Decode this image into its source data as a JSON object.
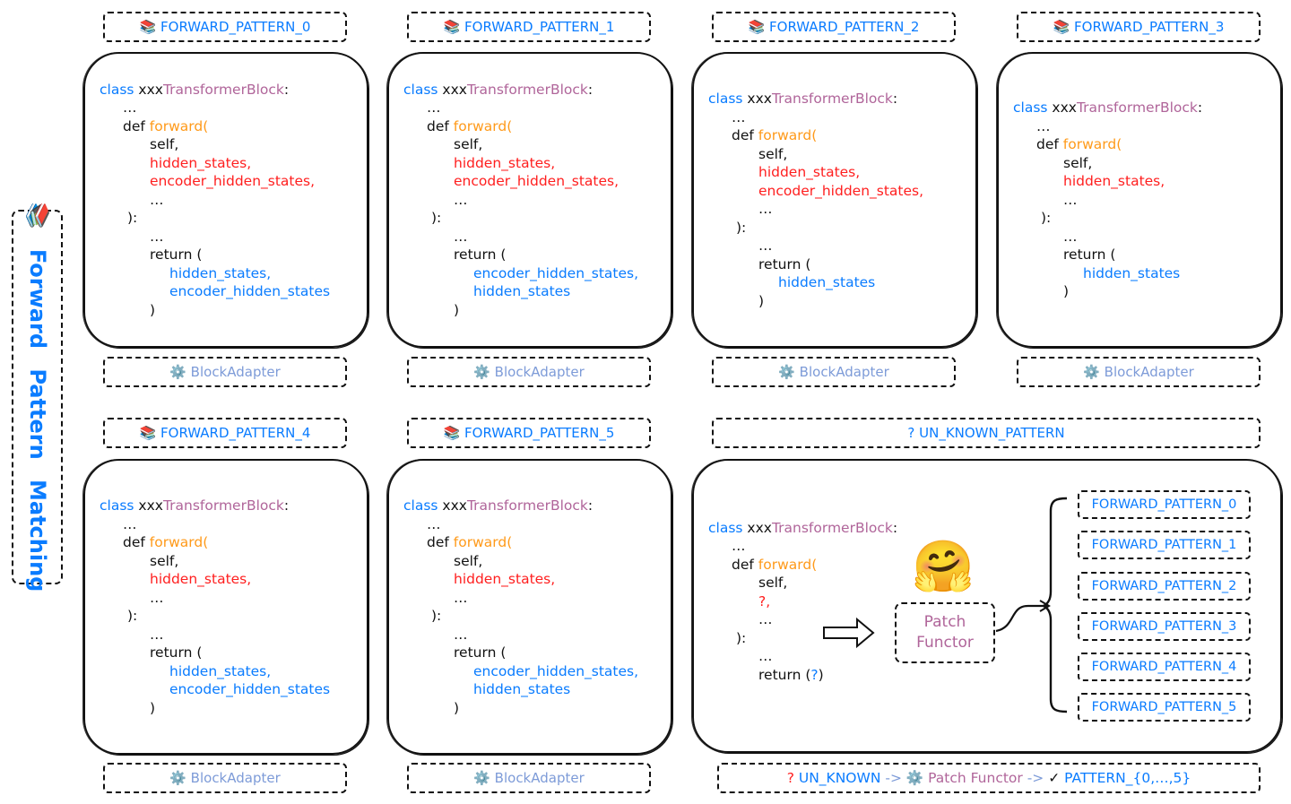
{
  "side_label": "📚 Forward Pattern Matching",
  "adapter_label": "⚙️ BlockAdapter",
  "colors": {
    "keyword": "#0a7cff",
    "class_name": "#b0659a",
    "function": "#ff9a1a",
    "input": "#ff1f1f",
    "output": "#0a7cff",
    "adapter": "#7d9bd8"
  },
  "patterns": [
    {
      "title": "📚 FORWARD_PATTERN_0",
      "code": [
        [
          0,
          [
            [
              "class ",
              "blue"
            ],
            [
              "xxx",
              "black"
            ],
            [
              "TransformerBlock",
              "purple"
            ],
            [
              ":",
              "black"
            ]
          ]
        ],
        [
          1,
          [
            [
              "…",
              "black"
            ]
          ]
        ],
        [
          1,
          [
            [
              "def ",
              "black"
            ],
            [
              "forward(",
              "orange"
            ]
          ]
        ],
        [
          2,
          [
            [
              "self,",
              "black"
            ]
          ]
        ],
        [
          2,
          [
            [
              "hidden_states,",
              "red"
            ]
          ]
        ],
        [
          2,
          [
            [
              "encoder_hidden_states,",
              "red"
            ]
          ]
        ],
        [
          2,
          [
            [
              "…",
              "black"
            ]
          ]
        ],
        [
          1,
          [
            [
              "):",
              "black"
            ]
          ]
        ],
        [
          2,
          [
            [
              "…",
              "black"
            ]
          ]
        ],
        [
          2,
          [
            [
              "return (",
              "black"
            ]
          ]
        ],
        [
          3,
          [
            [
              "hidden_states,",
              "blue"
            ]
          ]
        ],
        [
          3,
          [
            [
              "encoder_hidden_states",
              "blue"
            ]
          ]
        ],
        [
          2,
          [
            [
              ")",
              "black"
            ]
          ]
        ]
      ]
    },
    {
      "title": "📚 FORWARD_PATTERN_1",
      "code": [
        [
          0,
          [
            [
              "class ",
              "blue"
            ],
            [
              "xxx",
              "black"
            ],
            [
              "TransformerBlock",
              "purple"
            ],
            [
              ":",
              "black"
            ]
          ]
        ],
        [
          1,
          [
            [
              "…",
              "black"
            ]
          ]
        ],
        [
          1,
          [
            [
              "def ",
              "black"
            ],
            [
              "forward(",
              "orange"
            ]
          ]
        ],
        [
          2,
          [
            [
              "self,",
              "black"
            ]
          ]
        ],
        [
          2,
          [
            [
              "hidden_states,",
              "red"
            ]
          ]
        ],
        [
          2,
          [
            [
              "encoder_hidden_states,",
              "red"
            ]
          ]
        ],
        [
          2,
          [
            [
              "…",
              "black"
            ]
          ]
        ],
        [
          1,
          [
            [
              "):",
              "black"
            ]
          ]
        ],
        [
          2,
          [
            [
              "…",
              "black"
            ]
          ]
        ],
        [
          2,
          [
            [
              "return (",
              "black"
            ]
          ]
        ],
        [
          3,
          [
            [
              "encoder_hidden_states,",
              "blue"
            ]
          ]
        ],
        [
          3,
          [
            [
              "hidden_states",
              "blue"
            ]
          ]
        ],
        [
          2,
          [
            [
              ")",
              "black"
            ]
          ]
        ]
      ]
    },
    {
      "title": "📚 FORWARD_PATTERN_2",
      "code": [
        [
          0,
          [
            [
              "class ",
              "blue"
            ],
            [
              "xxx",
              "black"
            ],
            [
              "TransformerBlock",
              "purple"
            ],
            [
              ":",
              "black"
            ]
          ]
        ],
        [
          1,
          [
            [
              "…",
              "black"
            ]
          ]
        ],
        [
          1,
          [
            [
              "def ",
              "black"
            ],
            [
              "forward(",
              "orange"
            ]
          ]
        ],
        [
          2,
          [
            [
              "self,",
              "black"
            ]
          ]
        ],
        [
          2,
          [
            [
              "hidden_states,",
              "red"
            ]
          ]
        ],
        [
          2,
          [
            [
              "encoder_hidden_states,",
              "red"
            ]
          ]
        ],
        [
          2,
          [
            [
              "…",
              "black"
            ]
          ]
        ],
        [
          1,
          [
            [
              "):",
              "black"
            ]
          ]
        ],
        [
          2,
          [
            [
              "…",
              "black"
            ]
          ]
        ],
        [
          2,
          [
            [
              "return (",
              "black"
            ]
          ]
        ],
        [
          3,
          [
            [
              "hidden_states",
              "blue"
            ]
          ]
        ],
        [
          2,
          [
            [
              ")",
              "black"
            ]
          ]
        ]
      ]
    },
    {
      "title": "📚 FORWARD_PATTERN_3",
      "code": [
        [
          0,
          [
            [
              "class ",
              "blue"
            ],
            [
              "xxx",
              "black"
            ],
            [
              "TransformerBlock",
              "purple"
            ],
            [
              ":",
              "black"
            ]
          ]
        ],
        [
          1,
          [
            [
              "…",
              "black"
            ]
          ]
        ],
        [
          1,
          [
            [
              "def ",
              "black"
            ],
            [
              "forward(",
              "orange"
            ]
          ]
        ],
        [
          2,
          [
            [
              "self,",
              "black"
            ]
          ]
        ],
        [
          2,
          [
            [
              "hidden_states,",
              "red"
            ]
          ]
        ],
        [
          2,
          [
            [
              "…",
              "black"
            ]
          ]
        ],
        [
          1,
          [
            [
              "):",
              "black"
            ]
          ]
        ],
        [
          2,
          [
            [
              "…",
              "black"
            ]
          ]
        ],
        [
          2,
          [
            [
              "return (",
              "black"
            ]
          ]
        ],
        [
          3,
          [
            [
              "hidden_states",
              "blue"
            ]
          ]
        ],
        [
          2,
          [
            [
              ")",
              "black"
            ]
          ]
        ]
      ]
    },
    {
      "title": "📚 FORWARD_PATTERN_4",
      "code": [
        [
          0,
          [
            [
              "class ",
              "blue"
            ],
            [
              "xxx",
              "black"
            ],
            [
              "TransformerBlock",
              "purple"
            ],
            [
              ":",
              "black"
            ]
          ]
        ],
        [
          1,
          [
            [
              "…",
              "black"
            ]
          ]
        ],
        [
          1,
          [
            [
              "def ",
              "black"
            ],
            [
              "forward(",
              "orange"
            ]
          ]
        ],
        [
          2,
          [
            [
              "self,",
              "black"
            ]
          ]
        ],
        [
          2,
          [
            [
              "hidden_states,",
              "red"
            ]
          ]
        ],
        [
          2,
          [
            [
              "…",
              "black"
            ]
          ]
        ],
        [
          1,
          [
            [
              "):",
              "black"
            ]
          ]
        ],
        [
          2,
          [
            [
              "…",
              "black"
            ]
          ]
        ],
        [
          2,
          [
            [
              "return (",
              "black"
            ]
          ]
        ],
        [
          3,
          [
            [
              "hidden_states,",
              "blue"
            ]
          ]
        ],
        [
          3,
          [
            [
              "encoder_hidden_states",
              "blue"
            ]
          ]
        ],
        [
          2,
          [
            [
              ")",
              "black"
            ]
          ]
        ]
      ]
    },
    {
      "title": "📚 FORWARD_PATTERN_5",
      "code": [
        [
          0,
          [
            [
              "class ",
              "blue"
            ],
            [
              "xxx",
              "black"
            ],
            [
              "TransformerBlock",
              "purple"
            ],
            [
              ":",
              "black"
            ]
          ]
        ],
        [
          1,
          [
            [
              "…",
              "black"
            ]
          ]
        ],
        [
          1,
          [
            [
              "def ",
              "black"
            ],
            [
              "forward(",
              "orange"
            ]
          ]
        ],
        [
          2,
          [
            [
              "self,",
              "black"
            ]
          ]
        ],
        [
          2,
          [
            [
              "hidden_states,",
              "red"
            ]
          ]
        ],
        [
          2,
          [
            [
              "…",
              "black"
            ]
          ]
        ],
        [
          1,
          [
            [
              "):",
              "black"
            ]
          ]
        ],
        [
          2,
          [
            [
              "…",
              "black"
            ]
          ]
        ],
        [
          2,
          [
            [
              "return (",
              "black"
            ]
          ]
        ],
        [
          3,
          [
            [
              "encoder_hidden_states,",
              "blue"
            ]
          ]
        ],
        [
          3,
          [
            [
              "hidden_states",
              "blue"
            ]
          ]
        ],
        [
          2,
          [
            [
              ")",
              "black"
            ]
          ]
        ]
      ]
    }
  ],
  "unknown": {
    "title": "? UN_KNOWN_PATTERN",
    "code": [
      [
        0,
        [
          [
            "class ",
            "blue"
          ],
          [
            "xxx",
            "black"
          ],
          [
            "TransformerBlock",
            "purple"
          ],
          [
            ":",
            "black"
          ]
        ]
      ],
      [
        1,
        [
          [
            "…",
            "black"
          ]
        ]
      ],
      [
        1,
        [
          [
            "def ",
            "black"
          ],
          [
            "forward(",
            "orange"
          ]
        ]
      ],
      [
        2,
        [
          [
            "self,",
            "black"
          ]
        ]
      ],
      [
        2,
        [
          [
            "?,",
            "red"
          ]
        ]
      ],
      [
        2,
        [
          [
            "…",
            "black"
          ]
        ]
      ],
      [
        1,
        [
          [
            "):",
            "black"
          ]
        ]
      ],
      [
        2,
        [
          [
            "…",
            "black"
          ]
        ]
      ],
      [
        2,
        [
          [
            "return (",
            "black"
          ],
          [
            "?",
            "blue"
          ],
          [
            ")",
            "black"
          ]
        ]
      ]
    ],
    "emoji": "🤗",
    "functor_line1": "Patch",
    "functor_line2": "Functor",
    "targets": [
      "FORWARD_PATTERN_0",
      "FORWARD_PATTERN_1",
      "FORWARD_PATTERN_2",
      "FORWARD_PATTERN_3",
      "FORWARD_PATTERN_4",
      "FORWARD_PATTERN_5"
    ],
    "footer": [
      [
        "? ",
        "red"
      ],
      [
        "UN_KNOWN ",
        "blue"
      ],
      [
        "-> ",
        "adapter"
      ],
      [
        "⚙️ ",
        "black"
      ],
      [
        "Patch Functor ",
        "purple"
      ],
      [
        "-> ",
        "adapter"
      ],
      [
        "✓ ",
        "black"
      ],
      [
        "PATTERN_{0,…,5}",
        "blue"
      ]
    ]
  }
}
